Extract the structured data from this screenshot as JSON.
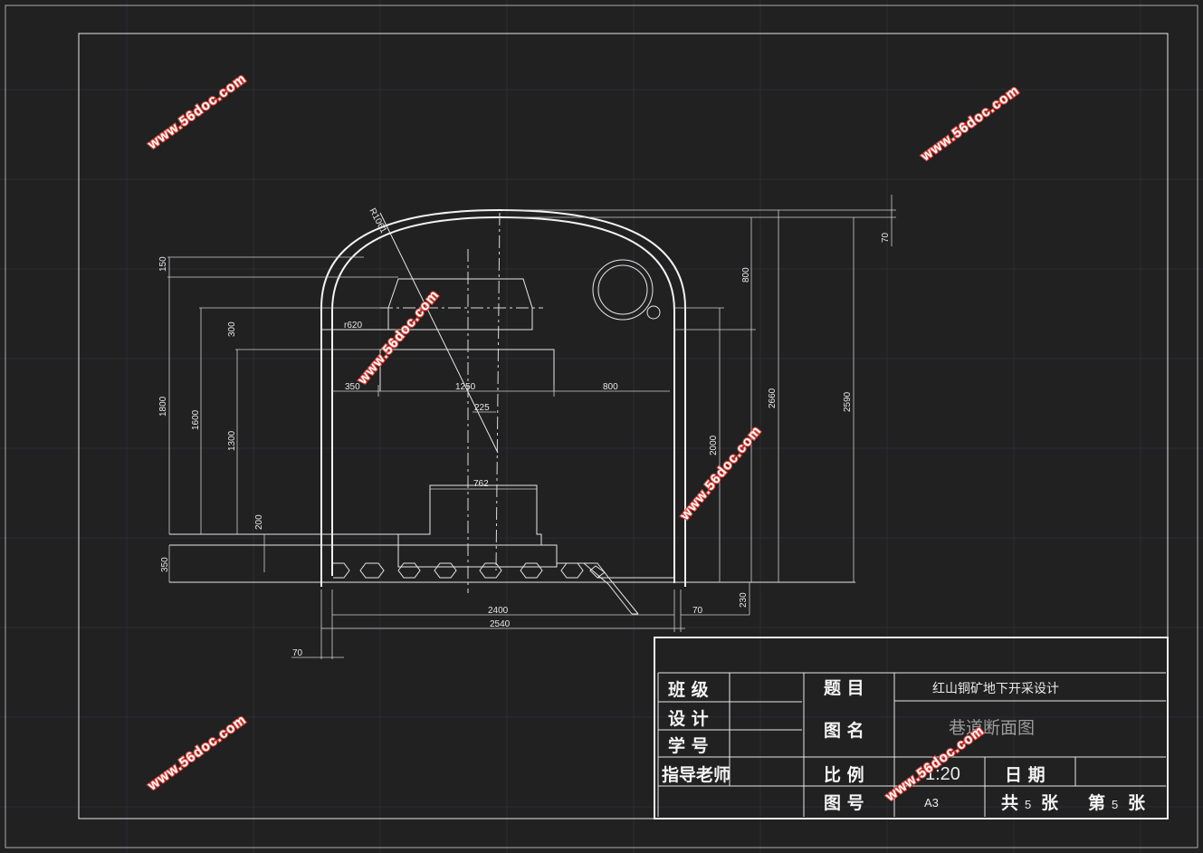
{
  "dimensions": {
    "r1061": "R1061",
    "r620": "r620",
    "d150": "150",
    "d1800": "1800",
    "d1600": "1600",
    "d1300": "1300",
    "d300": "300",
    "d200": "200",
    "d350v": "350",
    "d350h": "350",
    "d1250": "1250",
    "d800h": "800",
    "d225": "225",
    "d762": "762",
    "d2400": "2400",
    "d2540": "2540",
    "d70a": "70",
    "d70b": "70",
    "d70c": "70",
    "d800v": "800",
    "d2000": "2000",
    "d2660": "2660",
    "d2590": "2590",
    "d230": "230"
  },
  "title_block": {
    "class_label": "班 级",
    "design_label": "设 计",
    "student_id_label": "学 号",
    "advisor_label": "指导老师",
    "subject_label": "题 目",
    "subject_value": "红山铜矿地下开采设计",
    "drawing_name_label": "图 名",
    "drawing_name_value": "巷道断面图",
    "scale_label": "比 例",
    "scale_value": "1:20",
    "date_label": "日 期",
    "drawing_no_label": "图 号",
    "paper_size": "A3",
    "total_label_a": "共",
    "total_count": "5",
    "total_label_b": "张",
    "sheet_label_a": "第",
    "sheet_number": "5",
    "sheet_label_b": "张"
  },
  "watermark": "www.56doc.com"
}
